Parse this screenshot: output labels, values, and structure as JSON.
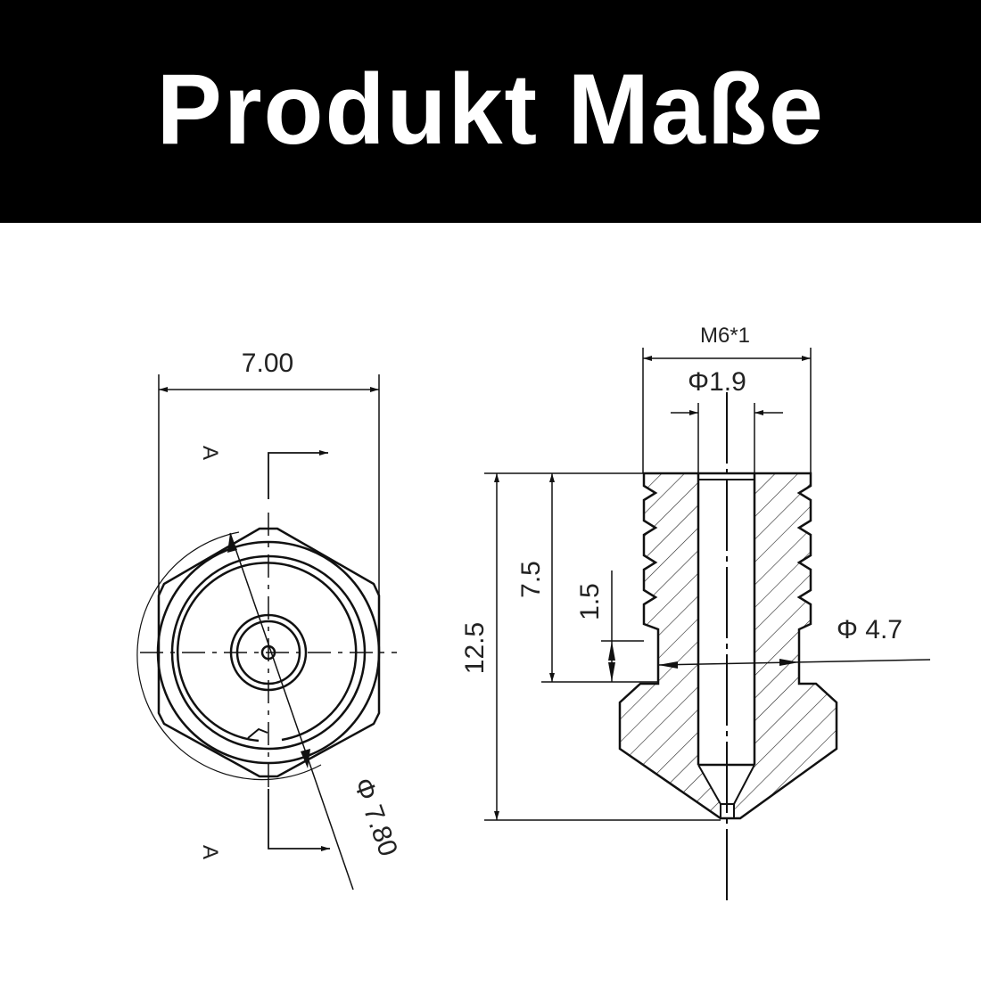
{
  "header": {
    "title": "Produkt Maße",
    "background": "#000000",
    "text_color": "#ffffff"
  },
  "front_view": {
    "width_dim": "7.00",
    "diameter_dim": "Φ 7.80",
    "section_label_top": "A",
    "section_label_bottom": "A"
  },
  "section_view": {
    "thread_dim": "M6*1",
    "bore_dim": "Φ1.9",
    "outer_dim": "Φ 4.7",
    "total_height": "12.5",
    "thread_height": "7.5",
    "collar_height": "1.5"
  },
  "colors": {
    "line": "#111111",
    "background": "#ffffff"
  }
}
